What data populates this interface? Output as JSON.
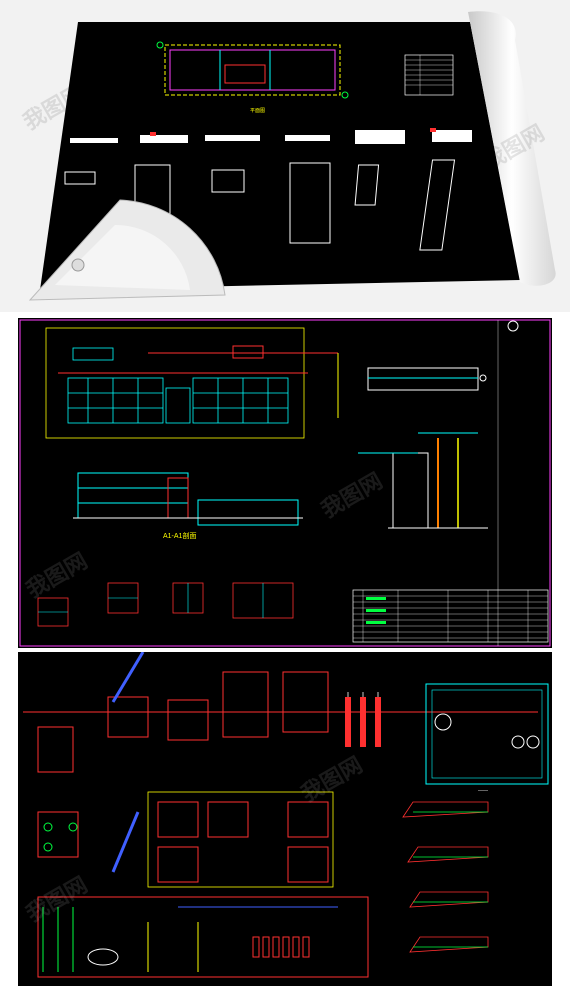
{
  "watermark": {
    "text": "我图网"
  },
  "panel1": {
    "title_block_rows": [
      "",
      "",
      "",
      "",
      "",
      "",
      "",
      ""
    ],
    "labels": []
  },
  "panel2": {
    "section_label": "A1-A1剖面",
    "table_rows": 8
  },
  "panel3": {
    "captions": []
  },
  "colors": {
    "cad_bg": "#000000",
    "line_white": "#ffffff",
    "line_yellow": "#ffff00",
    "line_cyan": "#00ffff",
    "line_red": "#ff3030",
    "line_magenta": "#ff40ff",
    "line_green": "#00ff40",
    "line_blue": "#4060ff"
  }
}
